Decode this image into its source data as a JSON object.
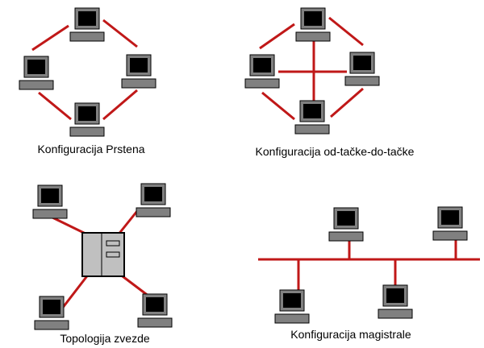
{
  "labels": {
    "ring": "Konfiguracija Prstena",
    "p2p": "Konfiguracija od-tačke-do-tačke",
    "star": "Topologija zvezde",
    "bus": "Konfiguracija magistrale"
  },
  "colors": {
    "link": "#c01818",
    "frame": "#808080",
    "screen": "#000000",
    "hub": "#c0c0c0"
  }
}
